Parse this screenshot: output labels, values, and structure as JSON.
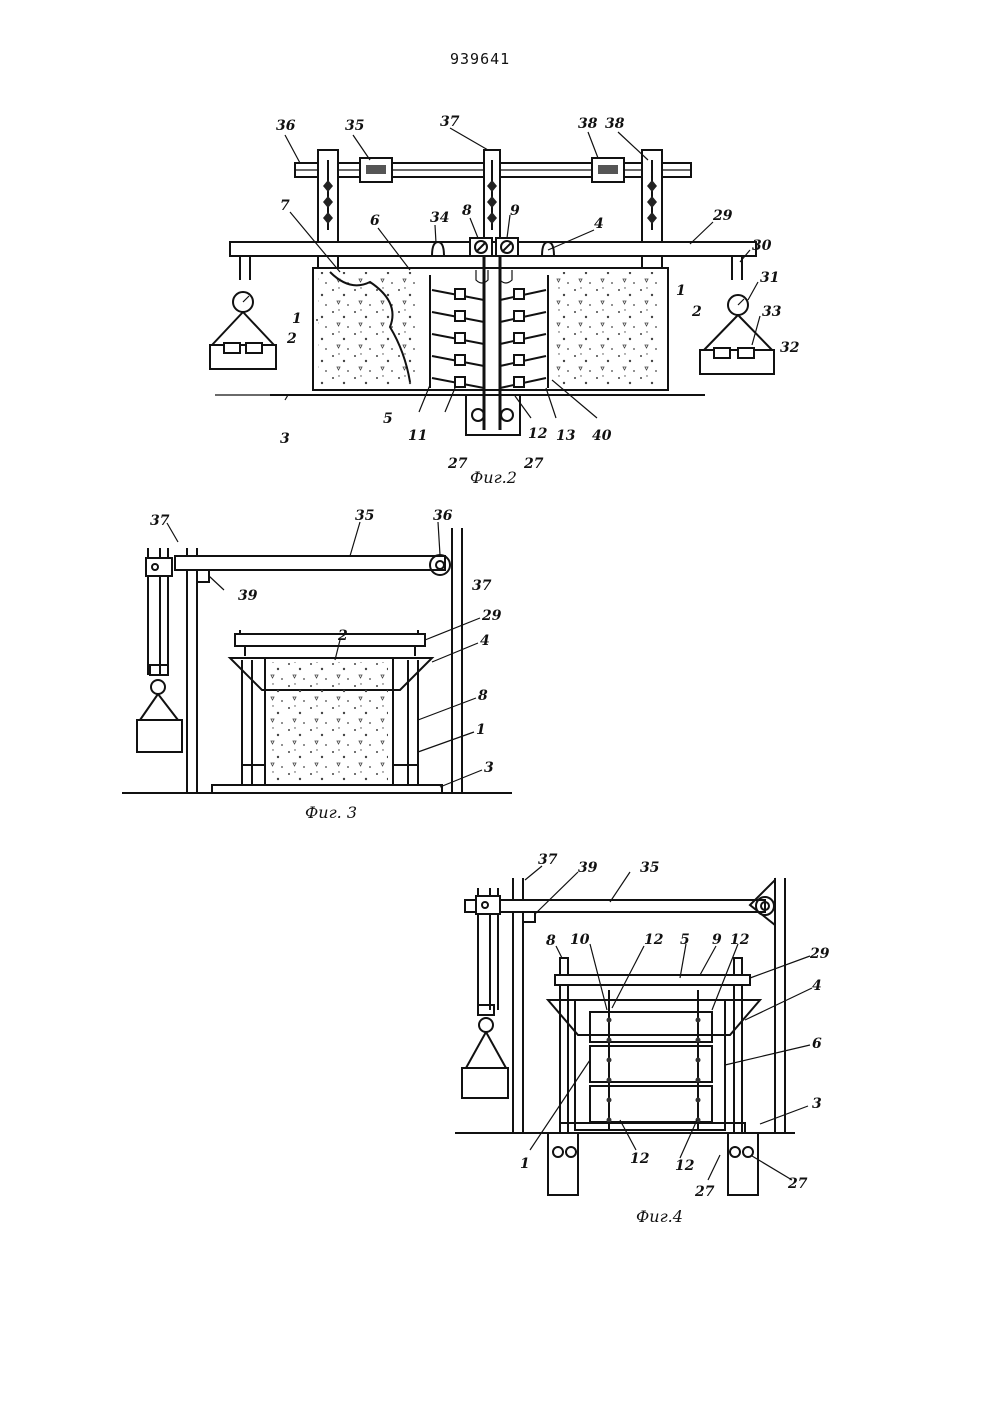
{
  "document": {
    "number": "939641"
  },
  "figures": [
    {
      "caption": "Фиг.2",
      "labels": [
        "36",
        "35",
        "37",
        "38",
        "38",
        "7",
        "6",
        "34",
        "8",
        "9",
        "4",
        "29",
        "30",
        "31",
        "33",
        "32",
        "1",
        "2",
        "1",
        "2",
        "3",
        "5",
        "11",
        "12",
        "13",
        "40",
        "27",
        "27"
      ]
    },
    {
      "caption": "Фиг. 3",
      "labels": [
        "37",
        "35",
        "36",
        "39",
        "37",
        "2",
        "29",
        "4",
        "8",
        "1",
        "3"
      ]
    },
    {
      "caption": "Фиг.4",
      "labels": [
        "37",
        "39",
        "35",
        "8",
        "10",
        "12",
        "5",
        "9",
        "12",
        "29",
        "4",
        "6",
        "3",
        "1",
        "12",
        "12",
        "27",
        "27"
      ]
    }
  ]
}
